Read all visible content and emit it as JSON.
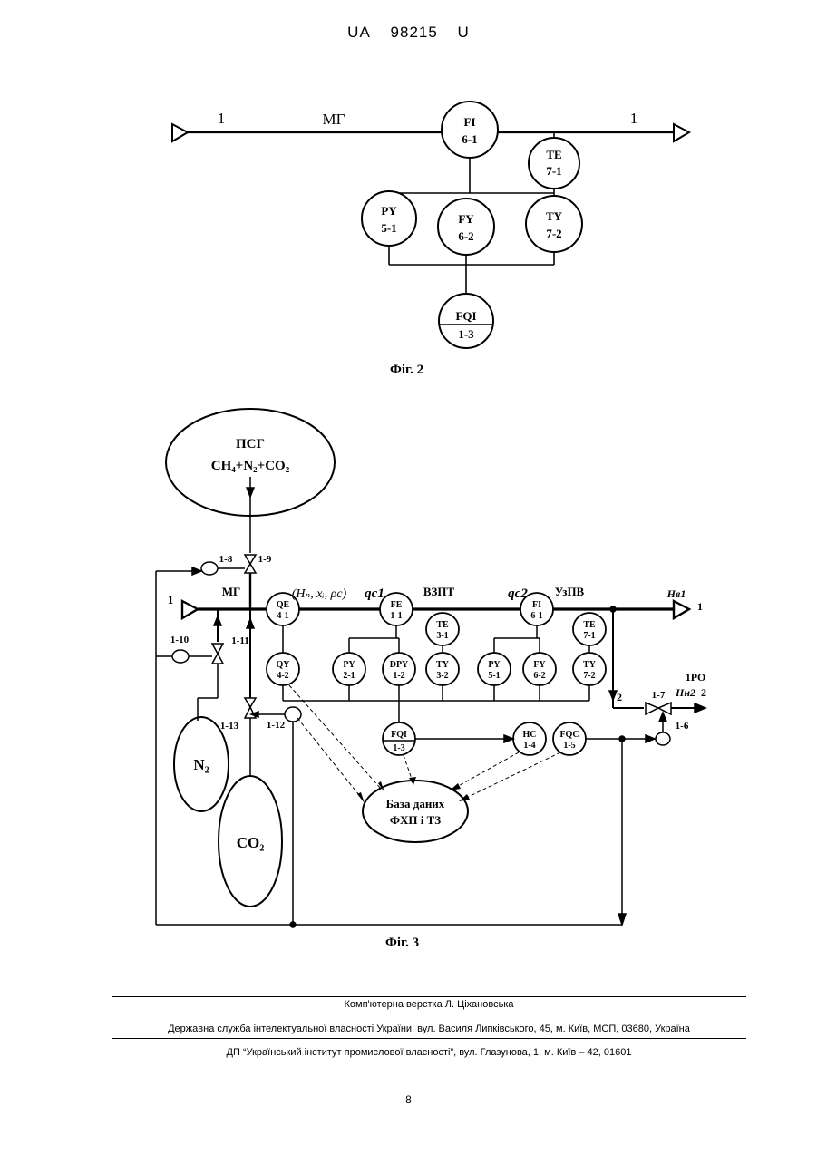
{
  "header": {
    "country": "UA",
    "number": "98215",
    "kind": "U"
  },
  "fig2": {
    "caption": "Фіг. 2",
    "line_label_left": "1",
    "line_label_mid": "МГ",
    "line_label_right": "1",
    "instruments": [
      {
        "tag": "FI",
        "num": "6-1"
      },
      {
        "tag": "TE",
        "num": "7-1"
      },
      {
        "tag": "PY",
        "num": "5-1"
      },
      {
        "tag": "FY",
        "num": "6-2"
      },
      {
        "tag": "TY",
        "num": "7-2"
      },
      {
        "tag": "FQI",
        "num": "1-3"
      }
    ]
  },
  "fig3": {
    "caption": "Фіг. 3",
    "psg_title": "ПСГ",
    "psg_formula": "CH₄+N₂+CO₂",
    "mg_label": "МГ",
    "inlet_label": "1",
    "params_label": "(Hₙ, xᵢ, ρc)",
    "qc1_label": "qc1",
    "vzpt_label": "ВЗПТ",
    "qc2_label": "qc2",
    "uzpv_label": "УзПВ",
    "hv1_label": "Hв1",
    "outlet_label": "1",
    "branch_label": "2",
    "rpo_label": "1РО",
    "hn2_label": "Hн2",
    "branch_out_label": "2",
    "n2_label": "N₂",
    "co2_label": "CO₂",
    "database_line1": "База даних",
    "database_line2": "ФХП і ТЗ",
    "valves": [
      "1-9",
      "1-11",
      "1-13",
      "1-7"
    ],
    "sensors": [
      "1-8",
      "1-10",
      "1-12",
      "1-6"
    ],
    "instruments": [
      {
        "tag": "QE",
        "num": "4-1"
      },
      {
        "tag": "FE",
        "num": "1-1"
      },
      {
        "tag": "TE",
        "num": "3-1"
      },
      {
        "tag": "FI",
        "num": "6-1"
      },
      {
        "tag": "TE",
        "num": "7-1"
      },
      {
        "tag": "QY",
        "num": "4-2"
      },
      {
        "tag": "PY",
        "num": "2-1"
      },
      {
        "tag": "DPY",
        "num": "1-2"
      },
      {
        "tag": "TY",
        "num": "3-2"
      },
      {
        "tag": "PY",
        "num": "5-1"
      },
      {
        "tag": "FY",
        "num": "6-2"
      },
      {
        "tag": "TY",
        "num": "7-2"
      },
      {
        "tag": "FQI",
        "num": "1-3"
      },
      {
        "tag": "HC",
        "num": "1-4"
      },
      {
        "tag": "FQC",
        "num": "1-5"
      }
    ]
  },
  "footer": {
    "layout_credit": "Комп'ютерна верстка Л. Ціхановська",
    "agency": "Державна служба інтелектуальної власності України, вул. Василя Липківського, 45, м. Київ, МСП, 03680, Україна",
    "institute": "ДП “Український інститут промислової власності”, вул. Глазунова, 1, м. Київ – 42, 01601"
  },
  "page_number": "8"
}
